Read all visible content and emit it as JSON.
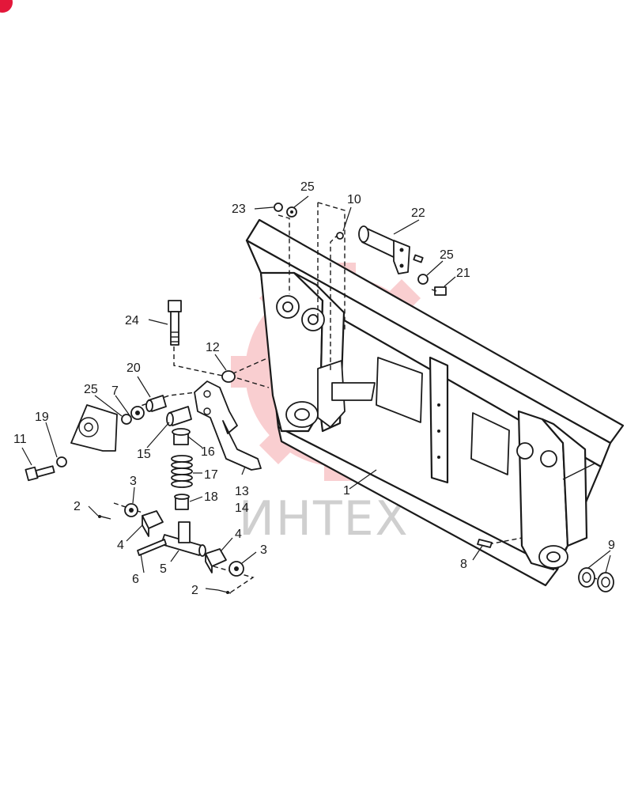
{
  "watermark": {
    "text": "ИНТЕХ",
    "color": "#e8232f"
  },
  "corner_badge": {
    "icon": "red-circle-icon",
    "color": "#e3173a"
  },
  "callouts": {
    "c1": "1",
    "c2a": "2",
    "c2b": "2",
    "c3a": "3",
    "c3b": "3",
    "c4a": "4",
    "c4b": "4",
    "c5": "5",
    "c6": "6",
    "c7": "7",
    "c8": "8",
    "c9": "9",
    "c10": "10",
    "c11": "11",
    "c12": "12",
    "c13": "13",
    "c14": "14",
    "c15": "15",
    "c16": "16",
    "c17": "17",
    "c18": "18",
    "c19": "19",
    "c20": "20",
    "c21": "21",
    "c22": "22",
    "c23": "23",
    "c24": "24",
    "c25a": "25",
    "c25b": "25",
    "c25c": "25"
  }
}
